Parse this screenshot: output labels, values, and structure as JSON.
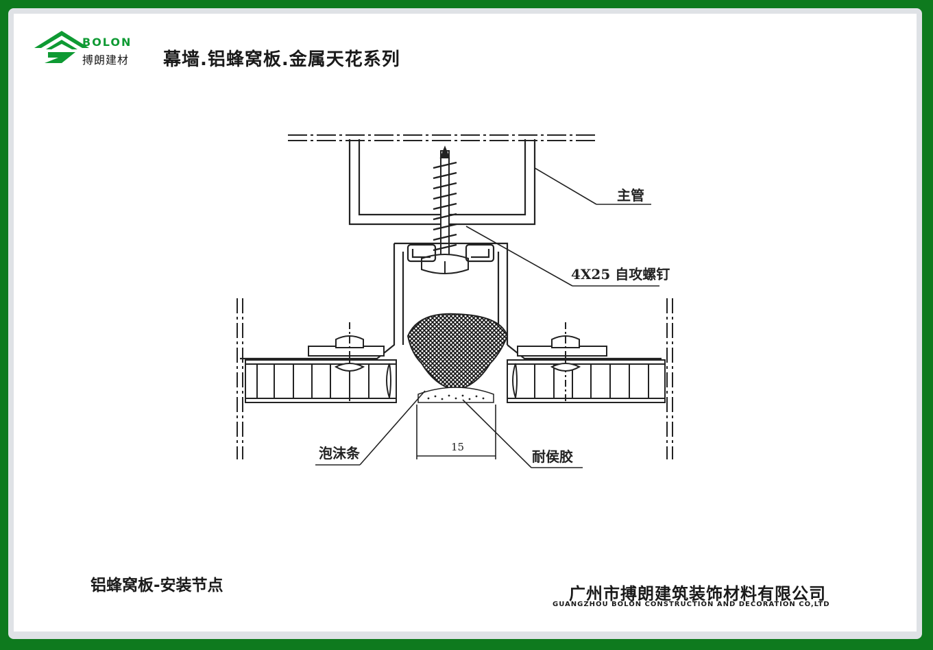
{
  "header": {
    "brand_word": "BOLON",
    "brand_cn": "搏朗建材",
    "series_title": "幕墙.铝蜂窝板.金属天花系列"
  },
  "diagram": {
    "labels": {
      "main_tube": "主管",
      "screw": "4X25 自攻螺钉",
      "foam_strip": "泡沫条",
      "sealant": "耐侯胶",
      "dimension": "15"
    }
  },
  "footer": {
    "caption": "铝蜂窝板-安装节点",
    "company_cn": "广州市搏朗建筑装饰材料有限公司",
    "company_en": "GUANGZHOU BOLON CONSTRUCTION AND DECORATION CO,LTD"
  },
  "colors": {
    "frame_green": "#0e7a1e",
    "brand_green": "#0e9a33"
  }
}
